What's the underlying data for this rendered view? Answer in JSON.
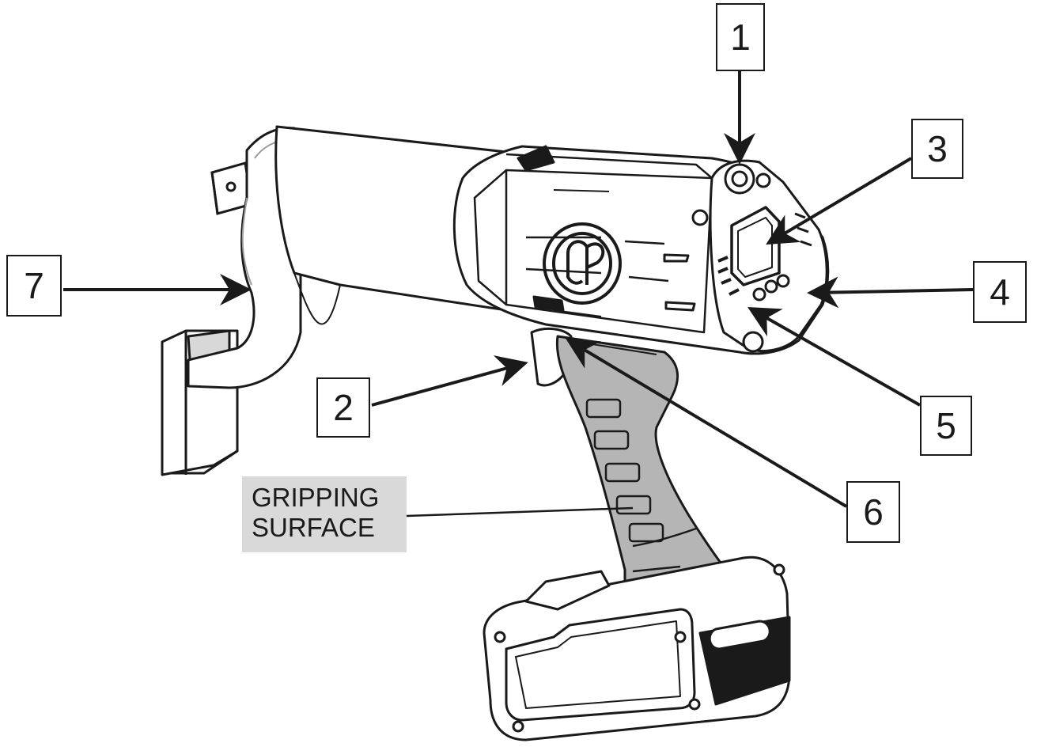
{
  "callouts": {
    "c1": "1",
    "c2": "2",
    "c3": "3",
    "c4": "4",
    "c5": "5",
    "c6": "6",
    "c7": "7"
  },
  "grip_label": {
    "line1": "GRIPPING",
    "line2": "SURFACE"
  },
  "colors": {
    "outline": "#1a1a1a",
    "grip_fill": "#b5b5b5",
    "label_bg": "#d9d9d9"
  }
}
